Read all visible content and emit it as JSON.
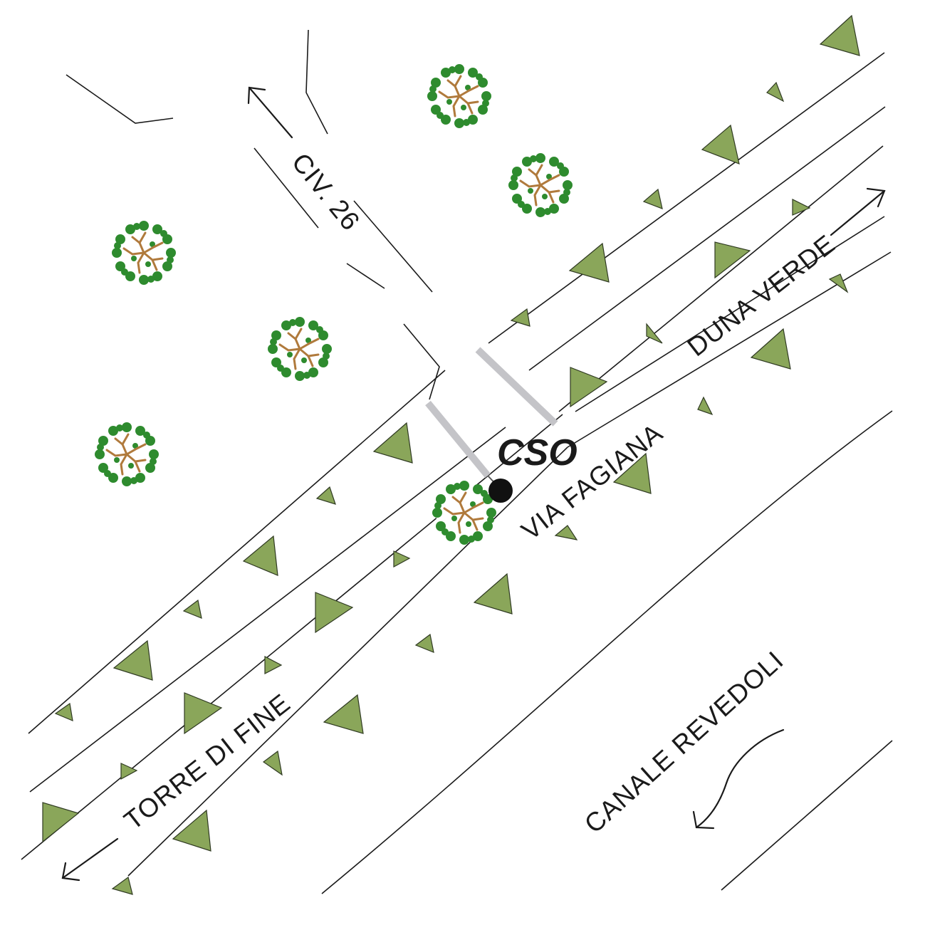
{
  "labels": {
    "civ": "CIV. 26",
    "duna_verde": "DUNA VERDE",
    "via_fagiana": "VIA FAGIANA",
    "torre_di_fine": "TORRE DI FINE",
    "canale": "CANALE REVEDOLI",
    "cso": "CSO"
  },
  "colors": {
    "vegetation": "#8aa65a",
    "tree_canopy": "#2e8b2e",
    "tree_trunk": "#b07a3c",
    "connector": "#c4c4c8",
    "point": "#111111"
  },
  "icons": [
    "tree-icon",
    "arrow-icon",
    "embankment-triangle"
  ]
}
